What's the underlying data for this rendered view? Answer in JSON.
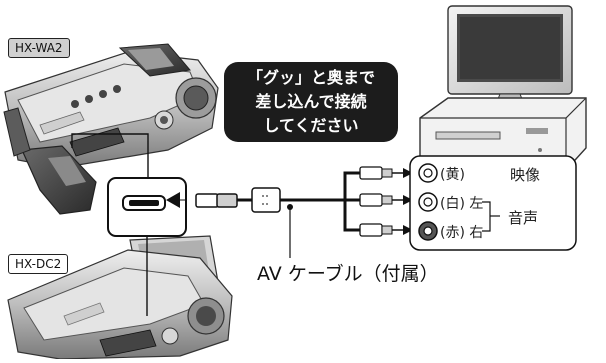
{
  "models": {
    "top": "HX-WA2",
    "bottom": "HX-DC2"
  },
  "callout": {
    "line1": "「グッ」と奥まで",
    "line2": "差し込んで接続",
    "line3": "してください"
  },
  "cable": {
    "label": "AV ケーブル（付属）"
  },
  "jacks": {
    "yellow": "(黄)",
    "white": "(白) 左",
    "red": "(赤) 右"
  },
  "groups": {
    "video": "映像",
    "audio": "音声"
  }
}
